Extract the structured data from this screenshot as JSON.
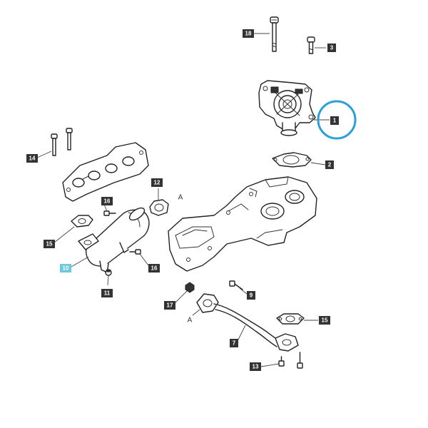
{
  "colors": {
    "highlight_circle": "#2b9fd9",
    "highlight_label": "#6ec8e0",
    "label_box": "#333333"
  },
  "callouts": [
    {
      "id": "18",
      "text": "18"
    },
    {
      "id": "3",
      "text": "3"
    },
    {
      "id": "1",
      "text": "1",
      "circled": true
    },
    {
      "id": "2",
      "text": "2"
    },
    {
      "id": "14",
      "text": "14"
    },
    {
      "id": "12",
      "text": "12"
    },
    {
      "id": "16a",
      "text": "16"
    },
    {
      "id": "15a",
      "text": "15"
    },
    {
      "id": "10",
      "text": "10",
      "highlighted": true
    },
    {
      "id": "16b",
      "text": "16"
    },
    {
      "id": "11",
      "text": "11"
    },
    {
      "id": "17",
      "text": "17"
    },
    {
      "id": "9",
      "text": "9"
    },
    {
      "id": "15b",
      "text": "15"
    },
    {
      "id": "7",
      "text": "7"
    },
    {
      "id": "13",
      "text": "13"
    }
  ],
  "reference_letters": [
    {
      "id": "A1",
      "text": "A"
    },
    {
      "id": "A2",
      "text": "A"
    }
  ]
}
